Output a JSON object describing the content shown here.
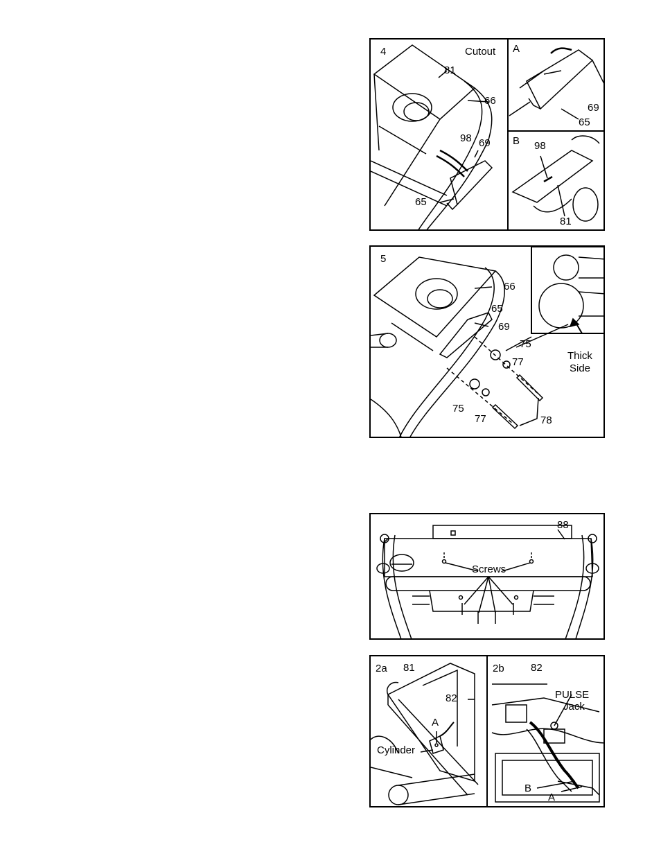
{
  "fig1": {
    "step": "4",
    "labels": {
      "cutout": "Cutout",
      "p81": "81",
      "p66": "66",
      "p98": "98",
      "p69": "69",
      "p65": "65"
    },
    "inset_a": {
      "letter": "A",
      "p69": "69",
      "p65": "65"
    },
    "inset_b": {
      "letter": "B",
      "p98": "98",
      "p81": "81"
    }
  },
  "fig2": {
    "step": "5",
    "labels": {
      "p66": "66",
      "p65": "65",
      "p69": "69",
      "p75a": "75",
      "p77a": "77",
      "p75b": "75",
      "p77b": "77",
      "p78": "78",
      "thick": "Thick",
      "side": "Side"
    }
  },
  "fig3": {
    "labels": {
      "p88": "88",
      "screws": "Screws"
    }
  },
  "fig4": {
    "panel_a": {
      "step": "2a",
      "p81": "81",
      "p82": "82",
      "a": "A",
      "cylinder": "Cylinder"
    },
    "panel_b": {
      "step": "2b",
      "p82": "82",
      "pulse": "PULSE",
      "jack": "Jack",
      "b": "B",
      "a": "A"
    }
  }
}
